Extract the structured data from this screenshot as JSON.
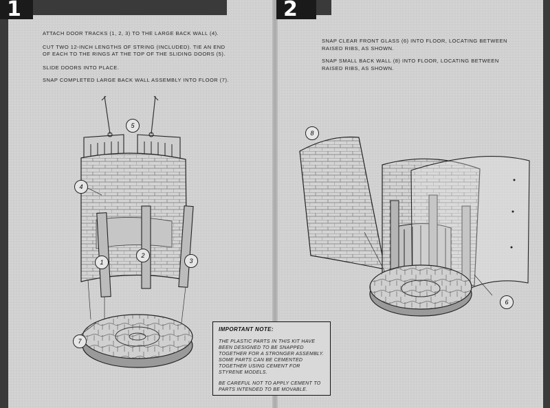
{
  "step1": {
    "number": "1",
    "instructions": [
      "ATTACH DOOR TRACKS (1, 2, 3) TO THE LARGE BACK WALL (4).",
      "CUT TWO 12-INCH LENGTHS OF STRING (INCLUDED). TIE AN END",
      "OF EACH TO THE RINGS AT THE TOP OF THE SLIDING DOORS (5).",
      "SLIDE DOORS INTO PLACE.",
      "SNAP COMPLETED LARGE BACK WALL ASSEMBLY INTO FLOOR (7)."
    ],
    "callouts": [
      "5",
      "4",
      "1",
      "2",
      "3",
      "7"
    ]
  },
  "step2": {
    "number": "2",
    "instructions": [
      "SNAP CLEAR FRONT GLASS (6) INTO FLOOR, LOCATING BETWEEN",
      "RAISED RIBS, AS SHOWN.",
      "SNAP SMALL BACK WALL (8) INTO FLOOR, LOCATING BETWEEN",
      "RAISED RIBS, AS SHOWN."
    ],
    "callouts": [
      "8",
      "6"
    ]
  },
  "note": {
    "title": "IMPORTANT NOTE:",
    "para1": "THE PLASTIC PARTS IN THIS KIT HAVE BEEN DESIGNED TO BE SNAPPED TOGETHER FOR A STRONGER ASSEMBLY. SOME PARTS CAN BE CEMENTED TOGETHER USING CEMENT FOR STYRENE MODELS.",
    "para2": "BE CAREFUL NOT TO APPLY CEMENT TO PARTS INTENDED TO BE MOVABLE."
  }
}
